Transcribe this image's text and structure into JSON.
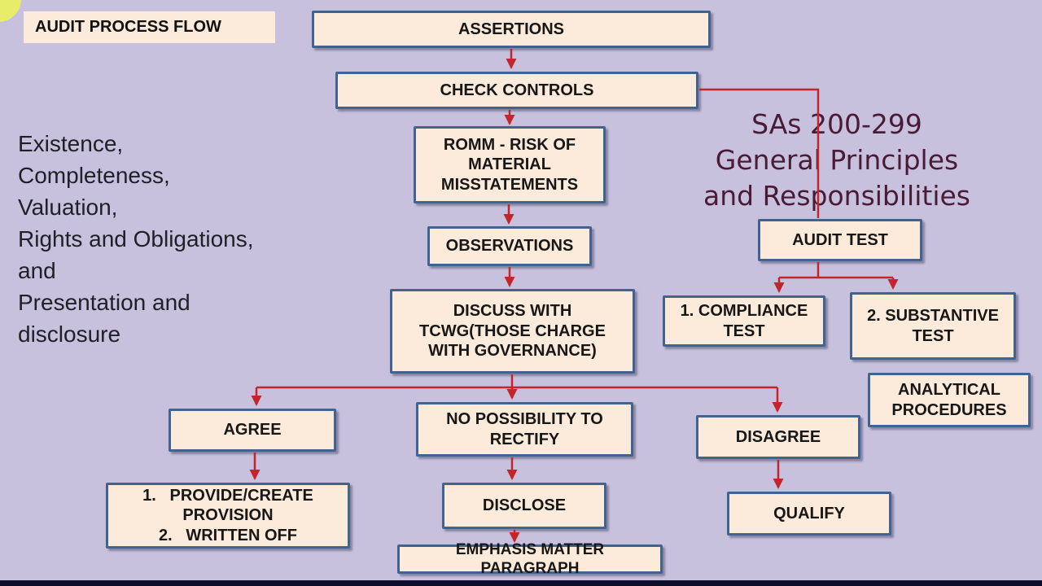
{
  "colors": {
    "background": "#c7c1dd",
    "box_fill": "#fcebdb",
    "box_border": "#40648f",
    "arrow": "#c2262b",
    "sa_note_text": "#4a1b36",
    "side_note_text": "#202028",
    "bottom_bar": "#0d0d2b",
    "corner_blob": "#e7ed69"
  },
  "header": {
    "title": "AUDIT PROCESS FLOW"
  },
  "side_note": {
    "lines": [
      "Existence,",
      "Completeness,",
      "Valuation,",
      "Rights and Obligations,",
      "and",
      "Presentation and",
      "disclosure"
    ]
  },
  "sa_note": {
    "lines": [
      "SAs 200-299",
      "General Principles",
      "and Responsibilities"
    ]
  },
  "nodes": {
    "assertions": {
      "label": "ASSERTIONS"
    },
    "check_controls": {
      "label": "CHECK CONTROLS"
    },
    "romm": {
      "label": "ROMM - RISK OF MATERIAL MISSTATEMENTS"
    },
    "observations": {
      "label": "OBSERVATIONS"
    },
    "discuss_tcwg": {
      "label": "DISCUSS WITH TCWG(THOSE CHARGE WITH GOVERNANCE)"
    },
    "audit_test": {
      "label": "AUDIT TEST"
    },
    "compliance_test": {
      "label": "1. COMPLIANCE TEST"
    },
    "substantive_test": {
      "label": "2. SUBSTANTIVE TEST"
    },
    "analytical_procedures": {
      "label": "ANALYTICAL PROCEDURES"
    },
    "agree": {
      "label": "AGREE"
    },
    "no_possibility": {
      "label": "NO POSSIBILITY TO RECTIFY"
    },
    "disagree": {
      "label": "DISAGREE"
    },
    "provision": {
      "lines": [
        "1.   PROVIDE/CREATE",
        "PROVISION",
        "2.   WRITTEN OFF"
      ]
    },
    "disclose": {
      "label": "DISCLOSE"
    },
    "emphasis_matter": {
      "label": "EMPHASIS MATTER PARAGRAPH"
    },
    "qualify": {
      "label": "QUALIFY"
    }
  }
}
